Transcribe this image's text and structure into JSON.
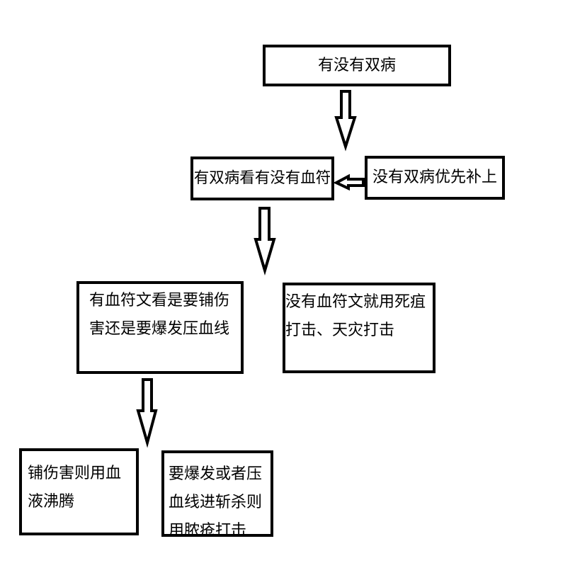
{
  "nodes": {
    "top": {
      "text": "有没有双病"
    },
    "has_double": {
      "text": "有双病看有没有血符"
    },
    "no_double": {
      "text": "没有双病优先补上"
    },
    "has_blood_rune": {
      "lines": [
        "有血符文看是要铺伤",
        "害还是要爆发压血线"
      ]
    },
    "no_blood_rune": {
      "lines": [
        "没有血符文就用死疽",
        "打击、天灾打击"
      ]
    },
    "spread_damage": {
      "lines": [
        "铺伤害则用血",
        "液沸腾"
      ]
    },
    "burst_execute": {
      "lines": [
        "要爆发或者压",
        "血线进斩杀则",
        "用脓疮打击"
      ]
    }
  },
  "colors": {
    "stroke": "#000000",
    "background": "#ffffff"
  }
}
